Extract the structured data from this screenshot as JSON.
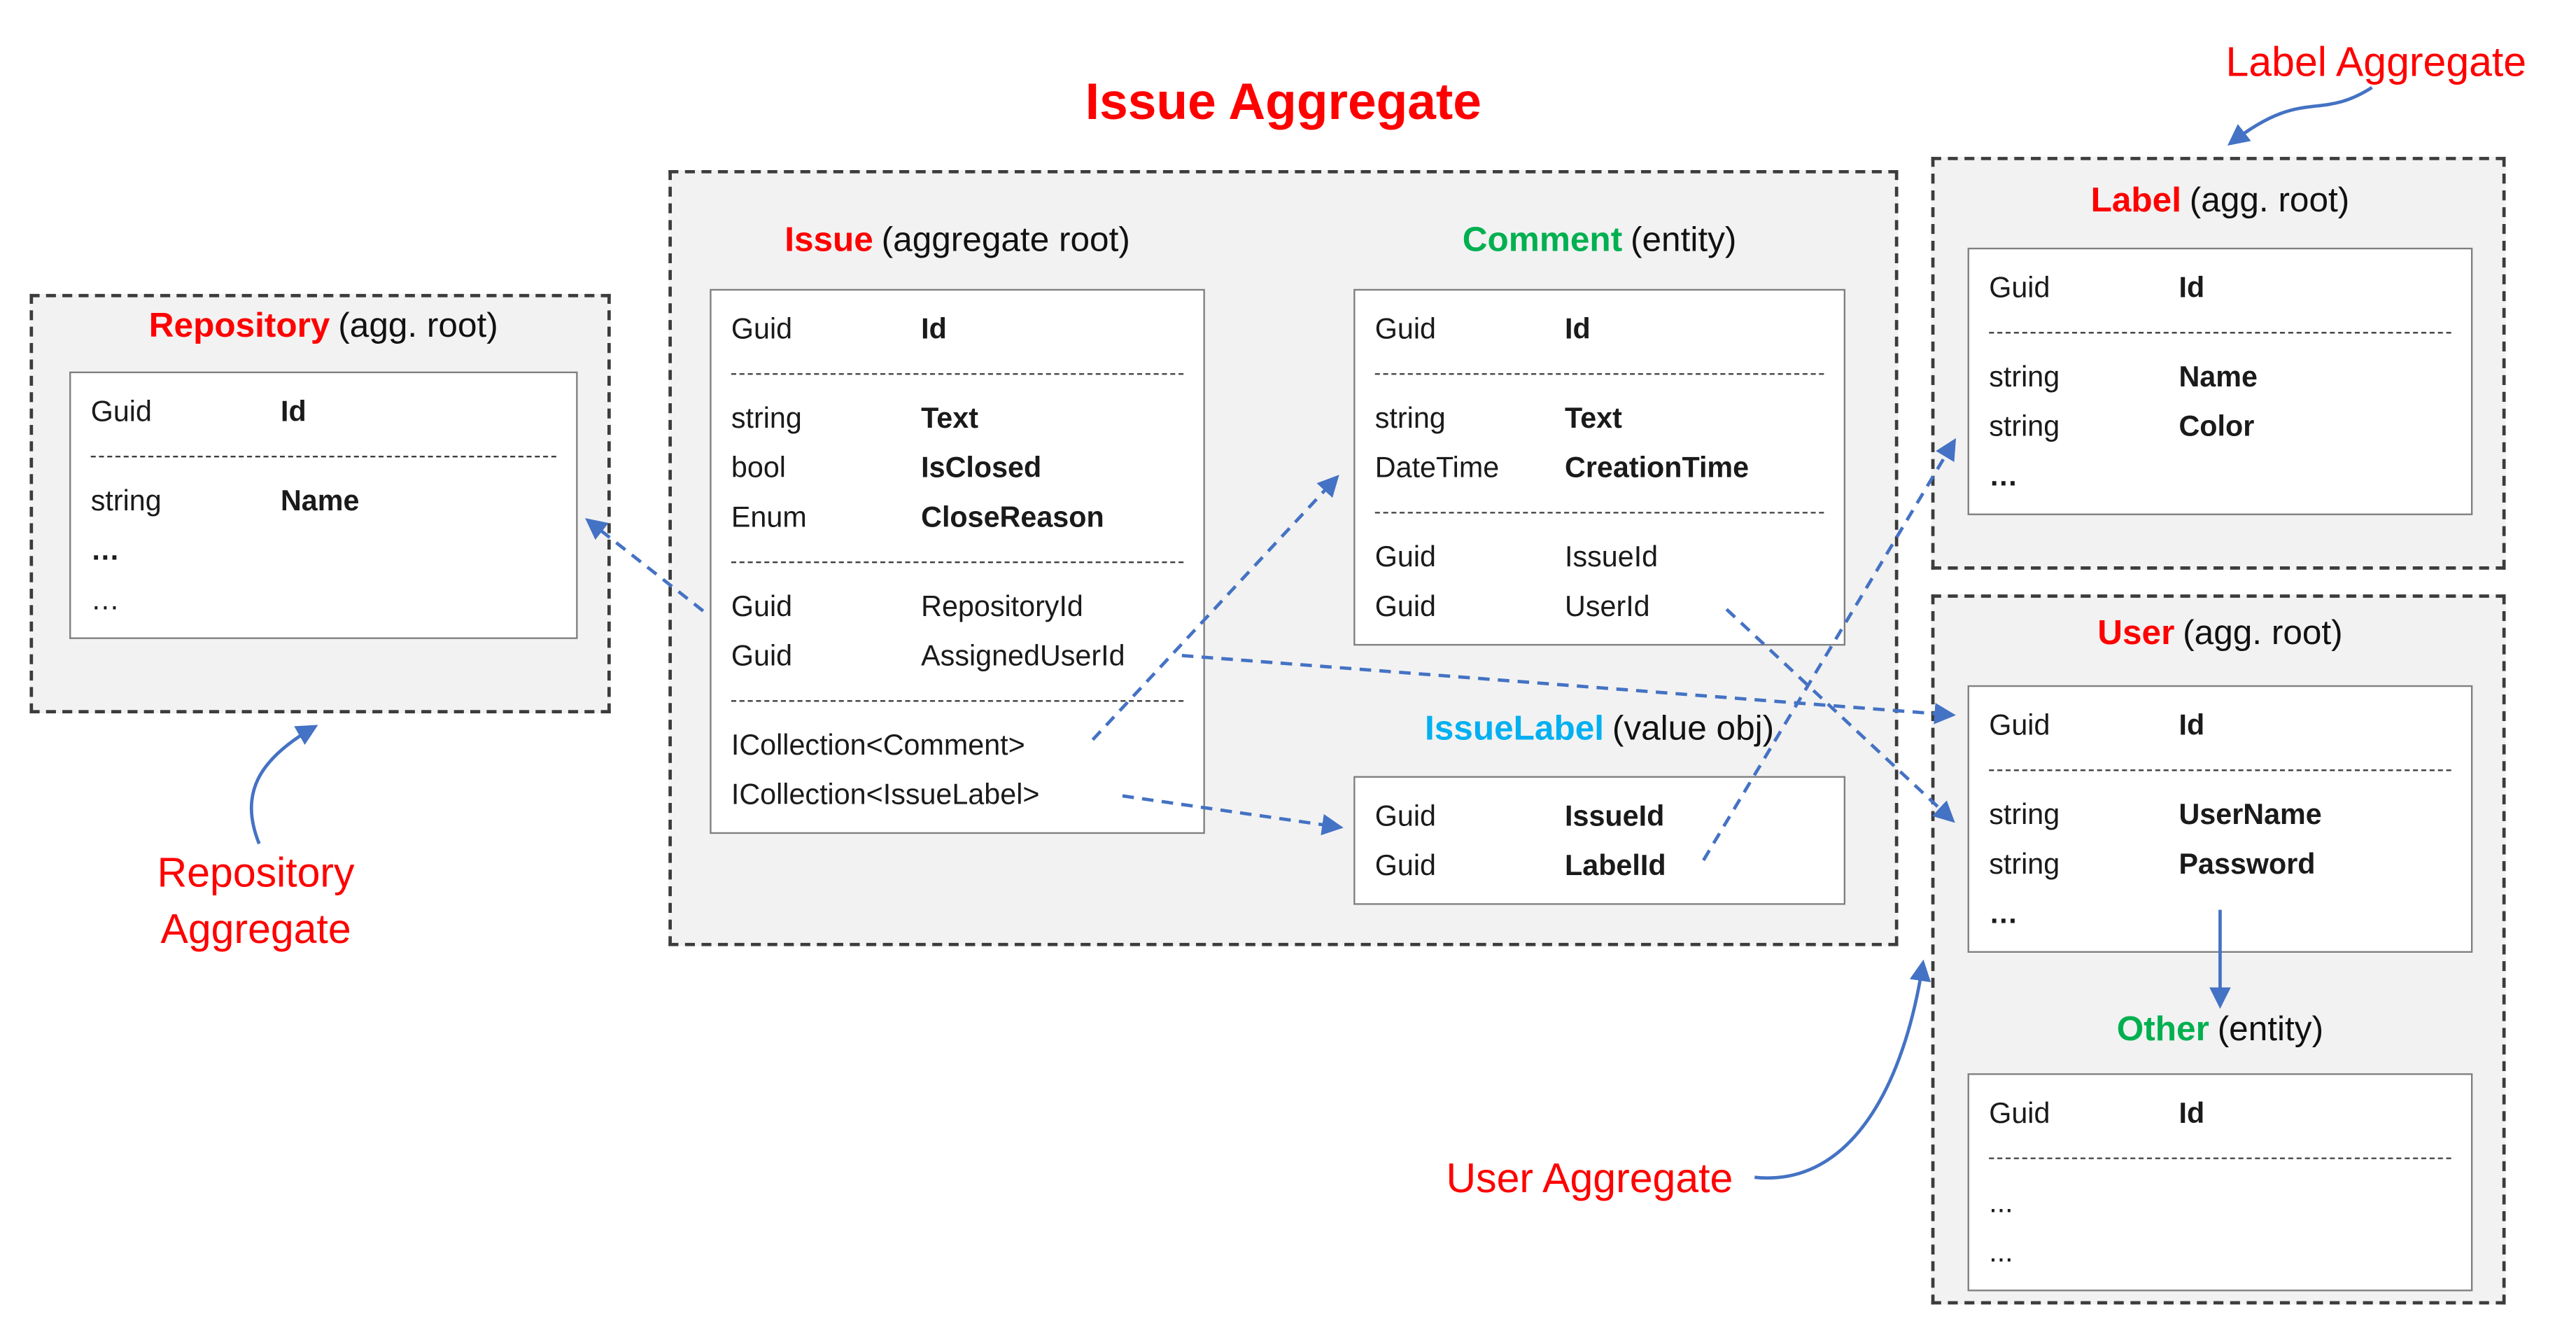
{
  "title": "Issue Aggregate",
  "colors": {
    "heading_red": "#ff0000",
    "heading_green": "#00b050",
    "heading_lightblue": "#00b0f0",
    "arrow_blue": "#4472c4",
    "aggregate_box_fill": "#f2f2f2",
    "table_border": "#7f7f7f"
  },
  "annotations": {
    "label_aggregate": "Label Aggregate",
    "repository_aggregate": [
      "Repository",
      "Aggregate"
    ],
    "user_aggregate": "User Aggregate"
  },
  "tables": {
    "issue": {
      "name": "Issue",
      "subtitle": "(aggregate root)",
      "rows": [
        {
          "kind": "field",
          "type": "Guid",
          "name": "Id",
          "bold": true
        },
        {
          "kind": "sep"
        },
        {
          "kind": "field",
          "type": "string",
          "name": "Text",
          "bold": true
        },
        {
          "kind": "field",
          "type": "bool",
          "name": "IsClosed",
          "bold": true
        },
        {
          "kind": "field",
          "type": "Enum",
          "name": "CloseReason",
          "bold": true
        },
        {
          "kind": "sep"
        },
        {
          "kind": "field",
          "type": "Guid",
          "name": "RepositoryId",
          "bold": false
        },
        {
          "kind": "field",
          "type": "Guid",
          "name": "AssignedUserId",
          "bold": false
        },
        {
          "kind": "sep"
        },
        {
          "kind": "single",
          "text": "ICollection<Comment>",
          "bold": false
        },
        {
          "kind": "single",
          "text": "ICollection<IssueLabel>",
          "bold": false
        }
      ]
    },
    "comment": {
      "name": "Comment",
      "subtitle": "(entity)",
      "rows": [
        {
          "kind": "field",
          "type": "Guid",
          "name": "Id",
          "bold": true
        },
        {
          "kind": "sep"
        },
        {
          "kind": "field",
          "type": "string",
          "name": "Text",
          "bold": true
        },
        {
          "kind": "field",
          "type": "DateTime",
          "name": "CreationTime",
          "bold": true
        },
        {
          "kind": "sep"
        },
        {
          "kind": "field",
          "type": "Guid",
          "name": "IssueId",
          "bold": false
        },
        {
          "kind": "field",
          "type": "Guid",
          "name": "UserId",
          "bold": false
        }
      ]
    },
    "issue_label": {
      "name": "IssueLabel",
      "subtitle": "(value obj)",
      "rows": [
        {
          "kind": "field",
          "type": "Guid",
          "name": "IssueId",
          "bold": true
        },
        {
          "kind": "field",
          "type": "Guid",
          "name": "LabelId",
          "bold": true
        }
      ]
    },
    "repository": {
      "name": "Repository",
      "subtitle": "(agg. root)",
      "rows": [
        {
          "kind": "field",
          "type": "Guid",
          "name": "Id",
          "bold": true
        },
        {
          "kind": "sep"
        },
        {
          "kind": "field",
          "type": "string",
          "name": "Name",
          "bold": true
        },
        {
          "kind": "single",
          "text": "…",
          "bold": true
        },
        {
          "kind": "single",
          "text": "…",
          "bold": false
        }
      ]
    },
    "label": {
      "name": "Label",
      "subtitle": "(agg. root)",
      "rows": [
        {
          "kind": "field",
          "type": "Guid",
          "name": "Id",
          "bold": true
        },
        {
          "kind": "sep"
        },
        {
          "kind": "field",
          "type": "string",
          "name": "Name",
          "bold": true
        },
        {
          "kind": "field",
          "type": "string",
          "name": "Color",
          "bold": true
        },
        {
          "kind": "single",
          "text": "…",
          "bold": true
        }
      ]
    },
    "user": {
      "name": "User",
      "subtitle": "(agg. root)",
      "rows": [
        {
          "kind": "field",
          "type": "Guid",
          "name": "Id",
          "bold": true
        },
        {
          "kind": "sep"
        },
        {
          "kind": "field",
          "type": "string",
          "name": "UserName",
          "bold": true
        },
        {
          "kind": "field",
          "type": "string",
          "name": "Password",
          "bold": true
        },
        {
          "kind": "single",
          "text": "…",
          "bold": true
        }
      ]
    },
    "other": {
      "name": "Other",
      "subtitle": "(entity)",
      "rows": [
        {
          "kind": "field",
          "type": "Guid",
          "name": "Id",
          "bold": true
        },
        {
          "kind": "sep"
        },
        {
          "kind": "single",
          "text": "...",
          "bold": false
        },
        {
          "kind": "single",
          "text": "...",
          "bold": false
        }
      ]
    }
  }
}
